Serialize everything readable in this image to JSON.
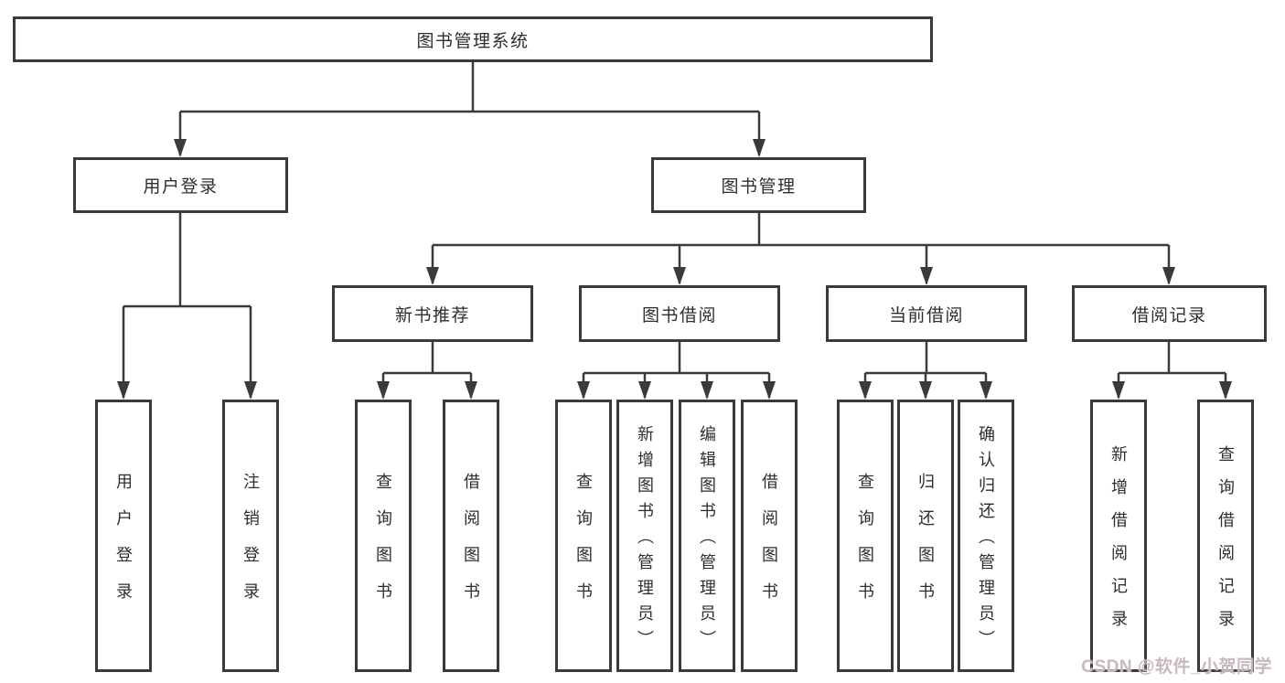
{
  "colors": {
    "line": "#3a3a3a",
    "box_border": "#3a3a3a",
    "box_background": "#ffffff",
    "text": "#2e2e2e",
    "watermark": "#c7b9bb",
    "background": "#ffffff"
  },
  "tree": {
    "root": {
      "label": "图书管理系统"
    },
    "branches": [
      {
        "label": "用户登录",
        "children": [
          {
            "label": "用户登录"
          },
          {
            "label": "注销登录"
          }
        ]
      },
      {
        "label": "图书管理",
        "groups": [
          {
            "label": "新书推荐",
            "children": [
              {
                "label": "查询图书"
              },
              {
                "label": "借阅图书"
              }
            ]
          },
          {
            "label": "图书借阅",
            "children": [
              {
                "label": "查询图书"
              },
              {
                "label": "新增图书（管理员）"
              },
              {
                "label": "编辑图书（管理员）"
              },
              {
                "label": "借阅图书"
              }
            ]
          },
          {
            "label": "当前借阅",
            "children": [
              {
                "label": "查询图书"
              },
              {
                "label": "归还图书"
              },
              {
                "label": "确认归还（管理员）"
              }
            ]
          },
          {
            "label": "借阅记录",
            "children": [
              {
                "label": "新增借阅记录"
              },
              {
                "label": "查询借阅记录"
              }
            ]
          }
        ]
      }
    ]
  },
  "watermark": {
    "text": "CSDN @软件_小贺同学"
  }
}
